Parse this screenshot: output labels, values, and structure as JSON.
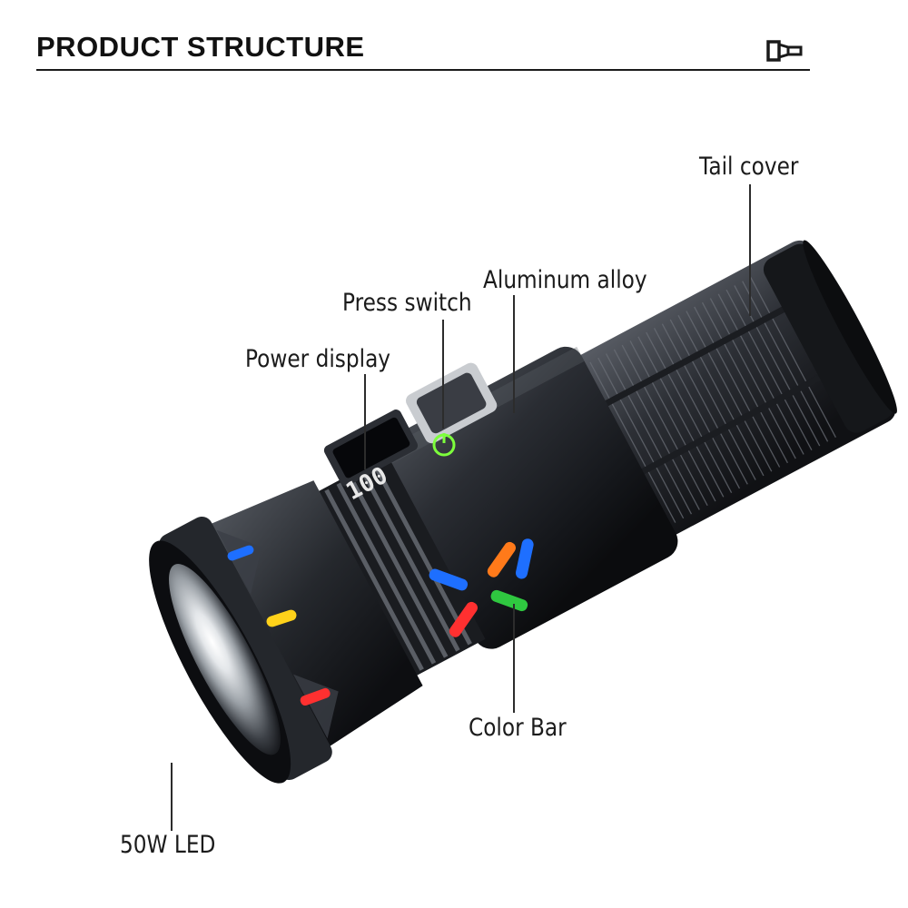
{
  "header": {
    "title": "PRODUCT STRUCTURE",
    "icon": "flashlight-icon"
  },
  "display": {
    "readout": "100"
  },
  "callouts": {
    "tail_cover": "Tail cover",
    "aluminum_alloy": "Aluminum alloy",
    "press_switch": "Press switch",
    "power_display": "Power display",
    "color_bar": "Color Bar",
    "led": "50W LED"
  },
  "colors": {
    "body": "#1e2024",
    "blue": "#1e6fff",
    "yellow": "#ffd21a",
    "red": "#ff3030",
    "orange": "#ff7a1a",
    "green": "#2fc840",
    "switch_green": "#7dff3c"
  }
}
